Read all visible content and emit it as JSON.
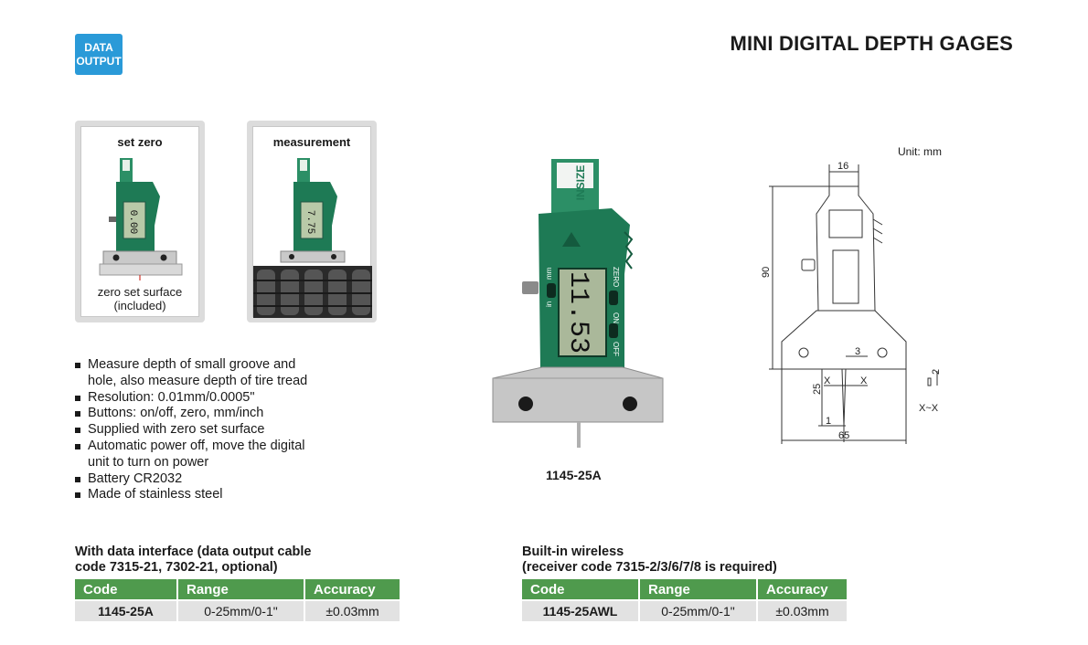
{
  "badge": {
    "line1": "DATA",
    "line2": "OUTPUT"
  },
  "page_title": "MINI DIGITAL DEPTH GAGES",
  "photos": {
    "set_zero": {
      "label": "set zero",
      "caption_line1": "zero set surface",
      "caption_line2": "(included)",
      "display": "0.00"
    },
    "measurement": {
      "label": "measurement",
      "display": "7.75"
    }
  },
  "features": [
    "Measure depth of small groove and",
    "hole, also measure depth of tire tread",
    "Resolution: 0.01mm/0.0005\"",
    "Buttons: on/off, zero, mm/inch",
    "Supplied with zero set surface",
    "Automatic power off, move the digital",
    "unit to turn on power",
    "Battery CR2032",
    "Made of stainless steel"
  ],
  "feature_bullets": [
    true,
    false,
    true,
    true,
    true,
    true,
    false,
    true,
    true
  ],
  "product": {
    "model": "1145-25A",
    "display": "11.53",
    "buttons": {
      "in": "in",
      "mm": "mm",
      "zero": "ZERO",
      "on": "ON",
      "off": "OFF"
    },
    "brand": "INSIZE"
  },
  "drawing": {
    "unit": "Unit: mm",
    "dim_top": "16",
    "dim_height": "90",
    "dim_tip": "3",
    "dim_depth": "25",
    "dim_bottom": "1",
    "dim_width": "65",
    "section_mark": "X",
    "section_dim": "2",
    "section_label": "X~X"
  },
  "tables": {
    "wired": {
      "title_line1": "With data interface (data output cable",
      "title_line2": "code 7315-21, 7302-21, optional)",
      "headers": [
        "Code",
        "Range",
        "Accuracy"
      ],
      "rows": [
        [
          "1145-25A",
          "0-25mm/0-1\"",
          "±0.03mm"
        ]
      ]
    },
    "wireless": {
      "title_line1": "Built-in wireless",
      "title_line2": "(receiver code 7315-2/3/6/7/8 is required)",
      "headers": [
        "Code",
        "Range",
        "Accuracy"
      ],
      "rows": [
        [
          "1145-25AWL",
          "0-25mm/0-1\"",
          "±0.03mm"
        ]
      ]
    }
  },
  "colors": {
    "badge": "#2a9ad8",
    "header_green": "#4f9a4d",
    "gage_green": "#1e7a55",
    "row_gray": "#e2e2e2"
  }
}
